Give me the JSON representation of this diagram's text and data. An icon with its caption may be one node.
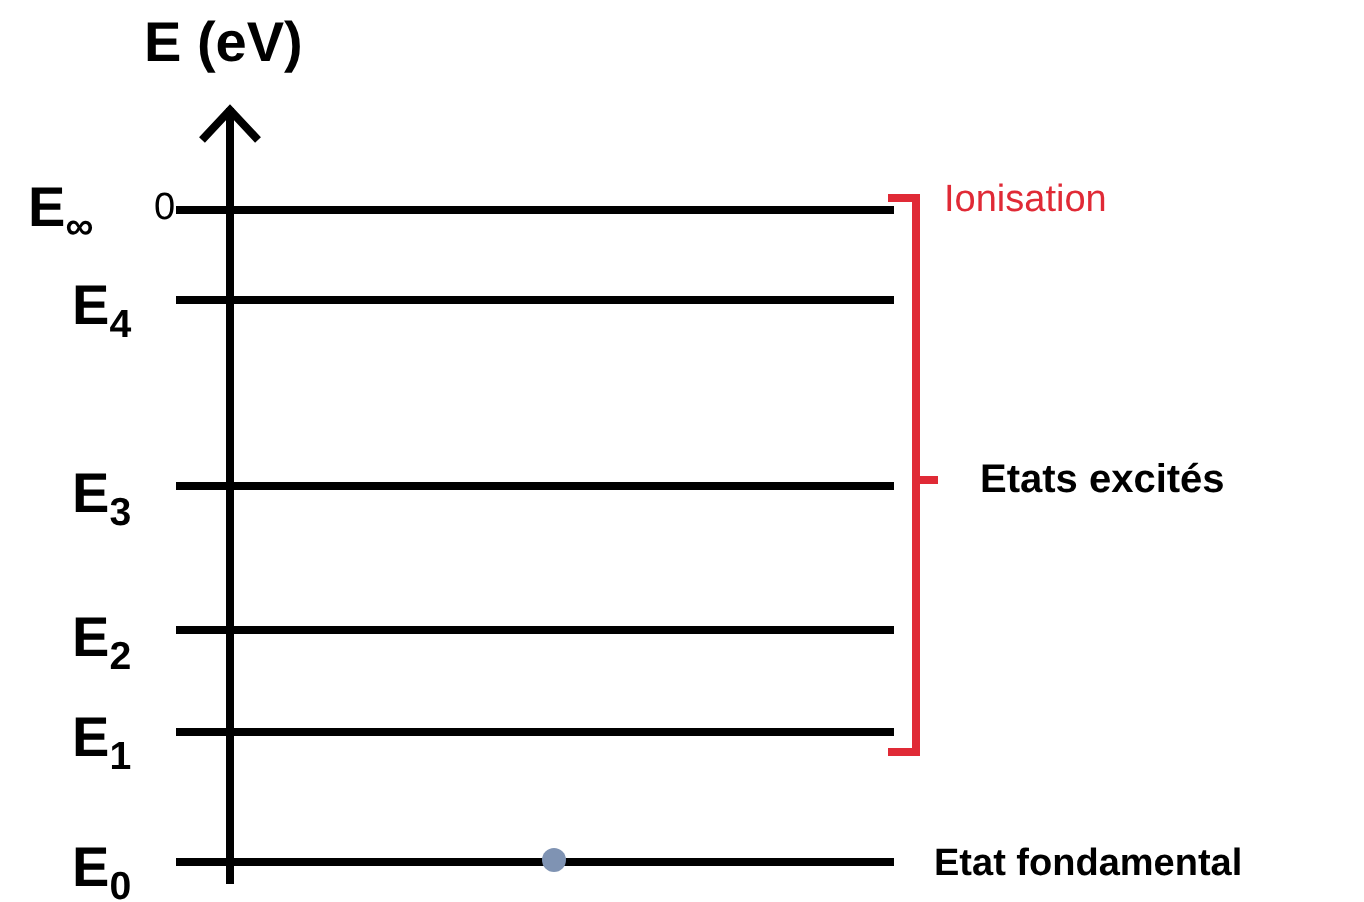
{
  "diagram": {
    "labels": [
      "E (eV)",
      "E$_{∞}$",
      "0",
      "Ionisation",
      "E$_{4}$",
      "Etats excités",
      "E$_{3}$",
      "E$_{2}$",
      "E$_{1}$",
      "E$_{0}$",
      "Etat fondamental"
    ]
  }
}
